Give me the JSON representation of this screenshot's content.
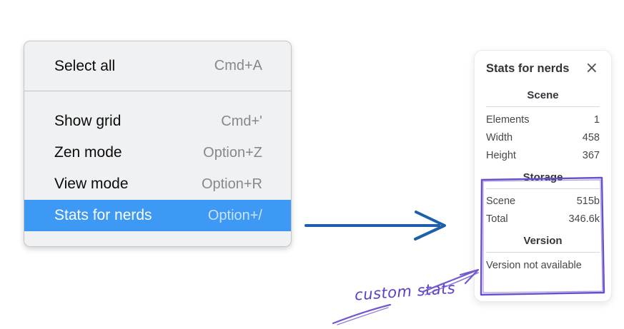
{
  "context_menu": {
    "items": [
      {
        "label": "Select all",
        "shortcut": "Cmd+A",
        "selected": false
      },
      {
        "label": "Show grid",
        "shortcut": "Cmd+'",
        "selected": false
      },
      {
        "label": "Zen mode",
        "shortcut": "Option+Z",
        "selected": false
      },
      {
        "label": "View mode",
        "shortcut": "Option+R",
        "selected": false
      },
      {
        "label": "Stats for nerds",
        "shortcut": "Option+/",
        "selected": true
      }
    ]
  },
  "stats_panel": {
    "title": "Stats for nerds",
    "icons": {
      "close": "×"
    },
    "sections": [
      {
        "heading": "Scene",
        "rows": [
          {
            "label": "Elements",
            "value": "1"
          },
          {
            "label": "Width",
            "value": "458"
          },
          {
            "label": "Height",
            "value": "367"
          }
        ]
      },
      {
        "heading": "Storage",
        "rows": [
          {
            "label": "Scene",
            "value": "515b"
          },
          {
            "label": "Total",
            "value": "346.6k"
          }
        ]
      },
      {
        "heading": "Version",
        "note": "Version not available"
      }
    ]
  },
  "annotations": {
    "custom_stats_label": "custom stats",
    "colors": {
      "annotation_purple": "#6a4fc8",
      "pointer_arrow_blue": "#1d5fa9",
      "menu_highlight_blue": "#3d99f4"
    }
  }
}
